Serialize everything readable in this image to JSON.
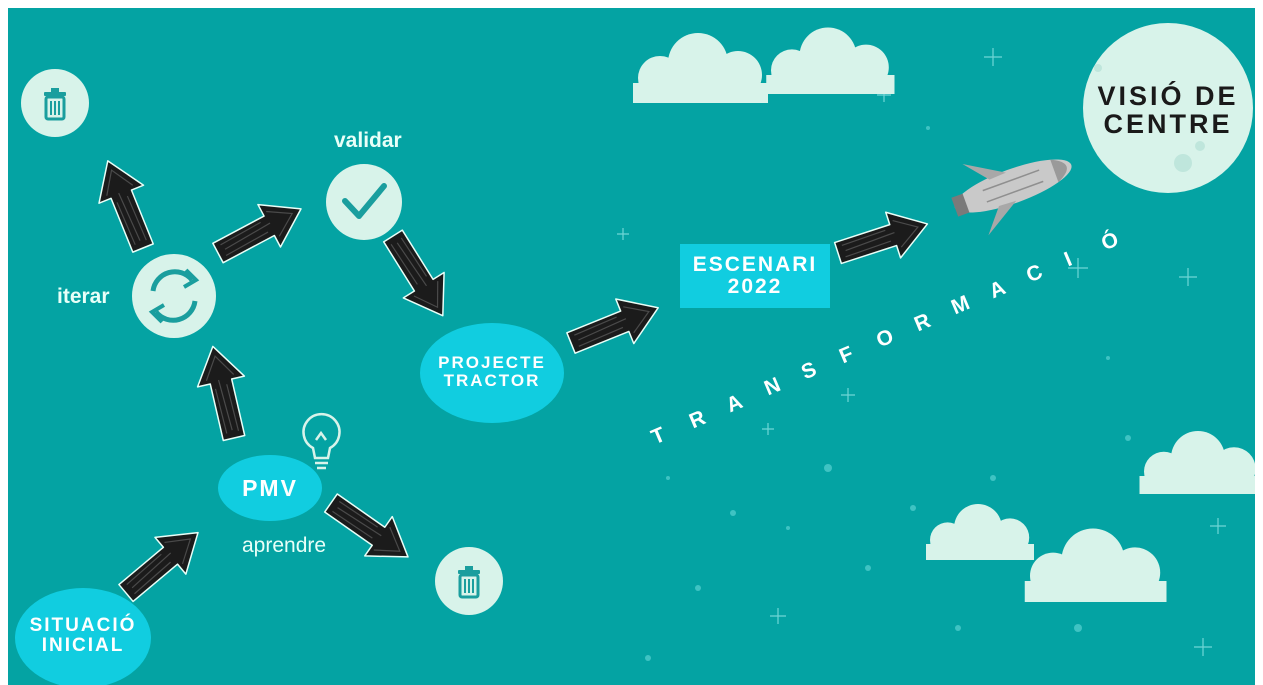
{
  "nodes": {
    "situacio_inicial": "SITUACIÓ\nINICIAL",
    "pmv": "PMV",
    "projecte_tractor": "PROJECTE\nTRACTOR",
    "escenari": "ESCENARI\n2022",
    "visio": "VISIÓ DE\nCENTRE"
  },
  "labels": {
    "iterar": "iterar",
    "validar": "validar",
    "aprendre": "aprendre"
  },
  "transformacio_letters": [
    "T",
    "R",
    "A",
    "N",
    "S",
    "F",
    "O",
    "R",
    "M",
    "A",
    "C",
    "I",
    "Ó"
  ],
  "icons": [
    "trash-icon",
    "refresh-icon",
    "check-icon",
    "lightbulb-icon",
    "trash-icon",
    "rocket-icon",
    "cloud-icon",
    "moon-icon"
  ],
  "colors": {
    "background": "#04a3a3",
    "node": "#11cde0",
    "circle": "#d8f3ea",
    "arrow": "#1b1b1b",
    "icon": "#1a9e9e"
  }
}
